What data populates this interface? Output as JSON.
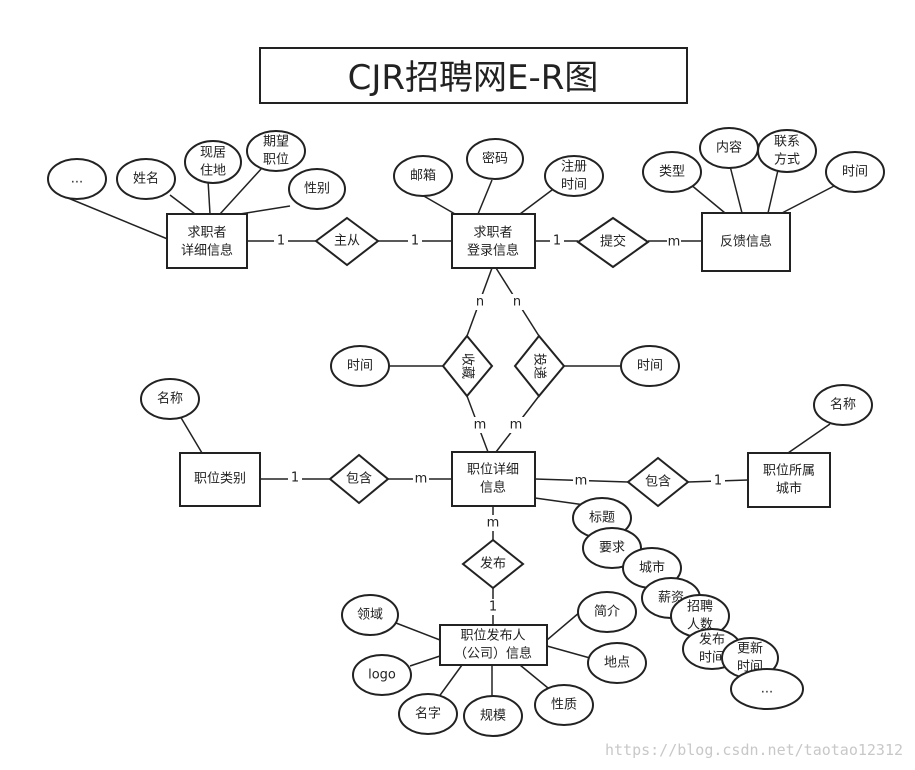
{
  "title": "CJR招聘网E-R图",
  "watermark": "https://blog.csdn.net/taotao12312",
  "entities": {
    "seeker_detail": [
      "求职者",
      "详细信息"
    ],
    "seeker_login": [
      "求职者",
      "登录信息"
    ],
    "feedback": [
      "反馈信息"
    ],
    "job_category": [
      "职位类别"
    ],
    "job_detail": [
      "职位详细",
      "信息"
    ],
    "job_city": [
      "职位所属",
      "城市"
    ],
    "publisher": [
      "职位发布人",
      "（公司）信息"
    ]
  },
  "relationships": {
    "master_slave": "主从",
    "submit": "提交",
    "favorite": "收藏",
    "deliver": "投递",
    "contain_left": "包含",
    "contain_right": "包含",
    "publish": "发布"
  },
  "attributes": {
    "seeker_detail": [
      [
        "..."
      ],
      [
        "姓名"
      ],
      [
        "现居",
        "住地"
      ],
      [
        "期望",
        "职位"
      ],
      [
        "性别"
      ]
    ],
    "seeker_login": [
      [
        "邮箱"
      ],
      [
        "密码"
      ],
      [
        "注册",
        "时间"
      ]
    ],
    "feedback": [
      [
        "类型"
      ],
      [
        "内容"
      ],
      [
        "联系",
        "方式"
      ],
      [
        "时间"
      ]
    ],
    "favorite_time": [
      "时间"
    ],
    "deliver_time": [
      "时间"
    ],
    "job_category_name": [
      "名称"
    ],
    "job_city_name": [
      "名称"
    ],
    "job_detail": [
      [
        "标题"
      ],
      [
        "要求"
      ],
      [
        "城市"
      ],
      [
        "薪资"
      ],
      [
        "招聘",
        "人数"
      ],
      [
        "发布",
        "时间"
      ],
      [
        "更新",
        "时间"
      ],
      [
        "..."
      ]
    ],
    "publisher": [
      [
        "领域"
      ],
      [
        "logo"
      ],
      [
        "名字"
      ],
      [
        "规模"
      ],
      [
        "性质"
      ],
      [
        "地点"
      ],
      [
        "简介"
      ]
    ]
  },
  "cardinalities": {
    "master_left": "1",
    "master_right": "1",
    "submit_left": "1",
    "submit_right": "m",
    "fav_top": "n",
    "fav_bottom": "m",
    "dlv_top": "n",
    "dlv_bottom": "m",
    "cl_left": "1",
    "cl_right": "m",
    "cr_left": "m",
    "cr_right": "1",
    "pub_top": "m",
    "pub_bottom": "1"
  }
}
